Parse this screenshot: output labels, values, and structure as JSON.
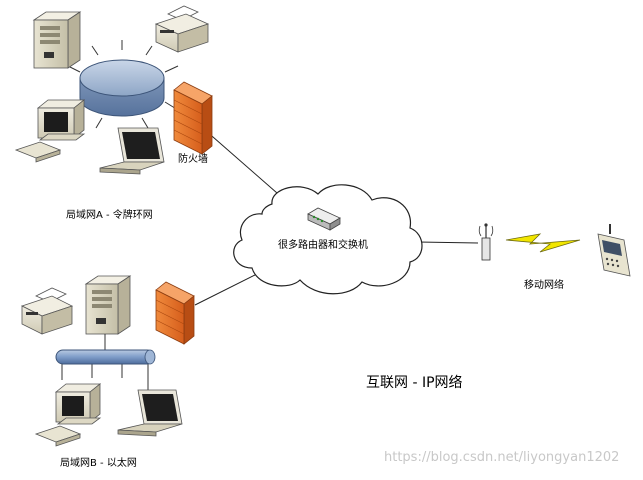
{
  "labels": {
    "firewall": "防火墙",
    "lan_a": "局域网A - 令牌环网",
    "lan_b": "局域网B - 以太网",
    "routers": "很多路由器和交换机",
    "mobile": "移动网络",
    "internet": "互联网 - IP网络"
  },
  "watermark": "https://blog.csdn.net/liyongyan1202",
  "colors": {
    "ring_blue": "#8fa8c8",
    "bus_blue": "#6f8fbf",
    "firewall_orange": "#e8762b",
    "bolt_yellow": "#f2e600",
    "cloud_stroke": "#222222"
  }
}
